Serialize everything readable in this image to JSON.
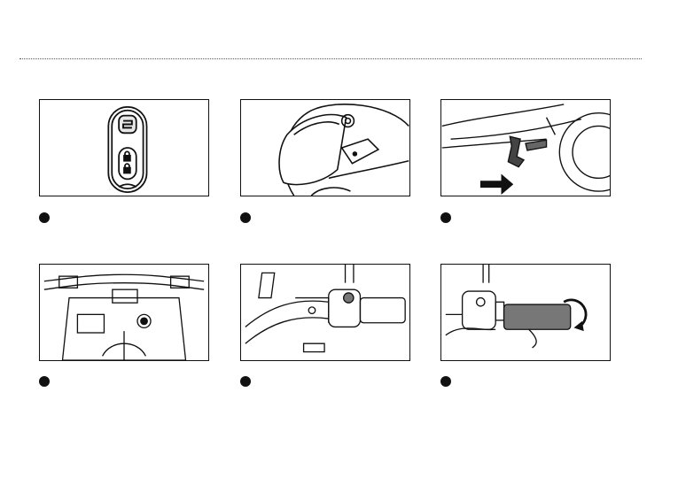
{
  "steps": [
    {
      "illustration": "remote-key-fob"
    },
    {
      "illustration": "helmet-visor"
    },
    {
      "illustration": "side-stand-kick-forward"
    },
    {
      "illustration": "dashboard-ignition"
    },
    {
      "illustration": "handlebar-left-switch"
    },
    {
      "illustration": "throttle-twist-grip"
    }
  ],
  "colors": {
    "line": "#111111",
    "marker": "#111111",
    "grip": "#777777",
    "divider": "#555555"
  }
}
